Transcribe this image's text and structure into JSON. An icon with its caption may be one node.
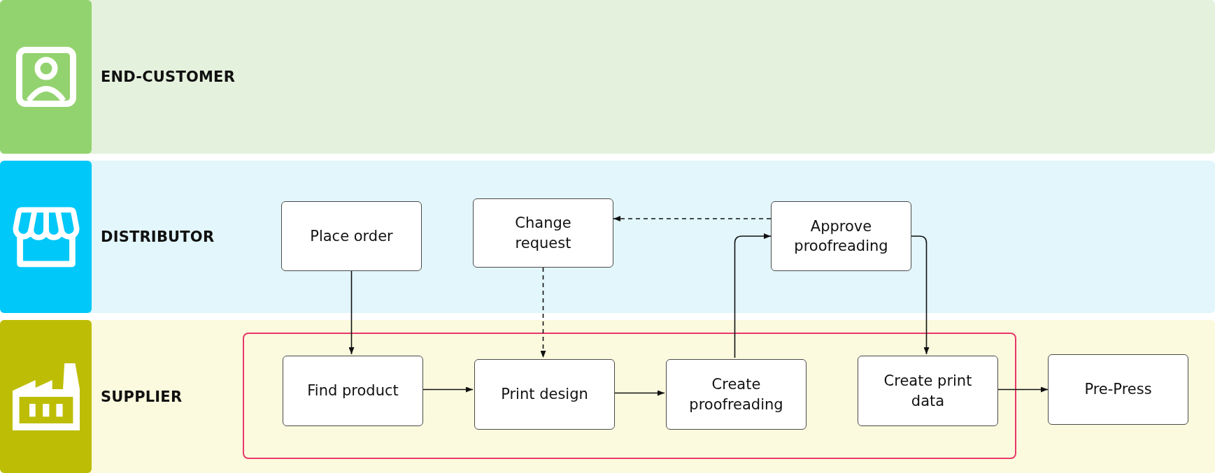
{
  "diagram": {
    "nodes": [
      {
        "text": [
          "END-CUSTOMER"
        ]
      },
      {
        "text": [
          "DISTRIBUTOR"
        ]
      },
      {
        "text": [
          "Place order"
        ],
        "in": 1
      },
      {
        "text": [
          "Change request"
        ],
        "in": 1
      },
      {
        "text": [
          "Approve proofreading"
        ],
        "in": 1
      },
      {
        "text": [
          "SUPPLIER"
        ]
      },
      {
        "text": [],
        "shape": "box",
        "in": 5
      },
      {
        "text": [
          "Find product"
        ],
        "in": 6
      },
      {
        "text": [
          "Print design"
        ],
        "in": 6
      },
      {
        "text": [
          "Create proofreading"
        ],
        "in": 6
      },
      {
        "text": [
          "Create print data"
        ],
        "in": 6
      },
      {
        "text": [
          "Pre-Press"
        ],
        "in": 5
      }
    ],
    "edges": [
      {
        "from": 2,
        "to": 7,
        "arrow": "to"
      },
      {
        "from": 7,
        "to": 8,
        "arrow": "to"
      },
      {
        "from": 3,
        "to": 8,
        "arrow": "to",
        "style": "dashed"
      },
      {
        "from": 8,
        "to": 9,
        "arrow": "to"
      },
      {
        "from": 9,
        "to": 4,
        "arrow": "to"
      },
      {
        "from": 4,
        "to": 3,
        "arrow": "to",
        "style": "dashed"
      },
      {
        "from": 4,
        "to": 10,
        "arrow": "to"
      },
      {
        "from": 10,
        "to": 11,
        "arrow": "to"
      }
    ]
  }
}
